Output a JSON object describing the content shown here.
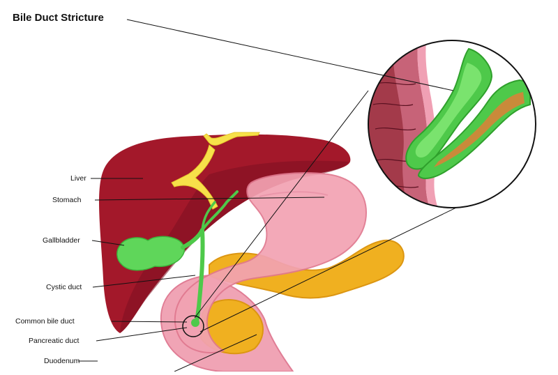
{
  "title": "Bile Duct Stricture",
  "labels": {
    "liver": "Liver",
    "stomach": "Stomach",
    "gallbladder": "Gallbladder",
    "cystic_duct": "Cystic duct",
    "common_bile_duct": "Common bile duct",
    "pancreatic_duct": "Pancreatic duct",
    "duodenum": "Duodenum"
  },
  "colors": {
    "liver": "#a3182a",
    "liver_dark": "#7d1020",
    "stomach": "#f2a2b2",
    "stomach_dark": "#e0788f",
    "gallbladder": "#5fd65a",
    "bile_duct": "#4ec94a",
    "pancreas": "#f0b020",
    "hepatic_vessel": "#f7e14a",
    "duct_wall": "#e890a6",
    "stricture_core": "#c98a3a"
  }
}
